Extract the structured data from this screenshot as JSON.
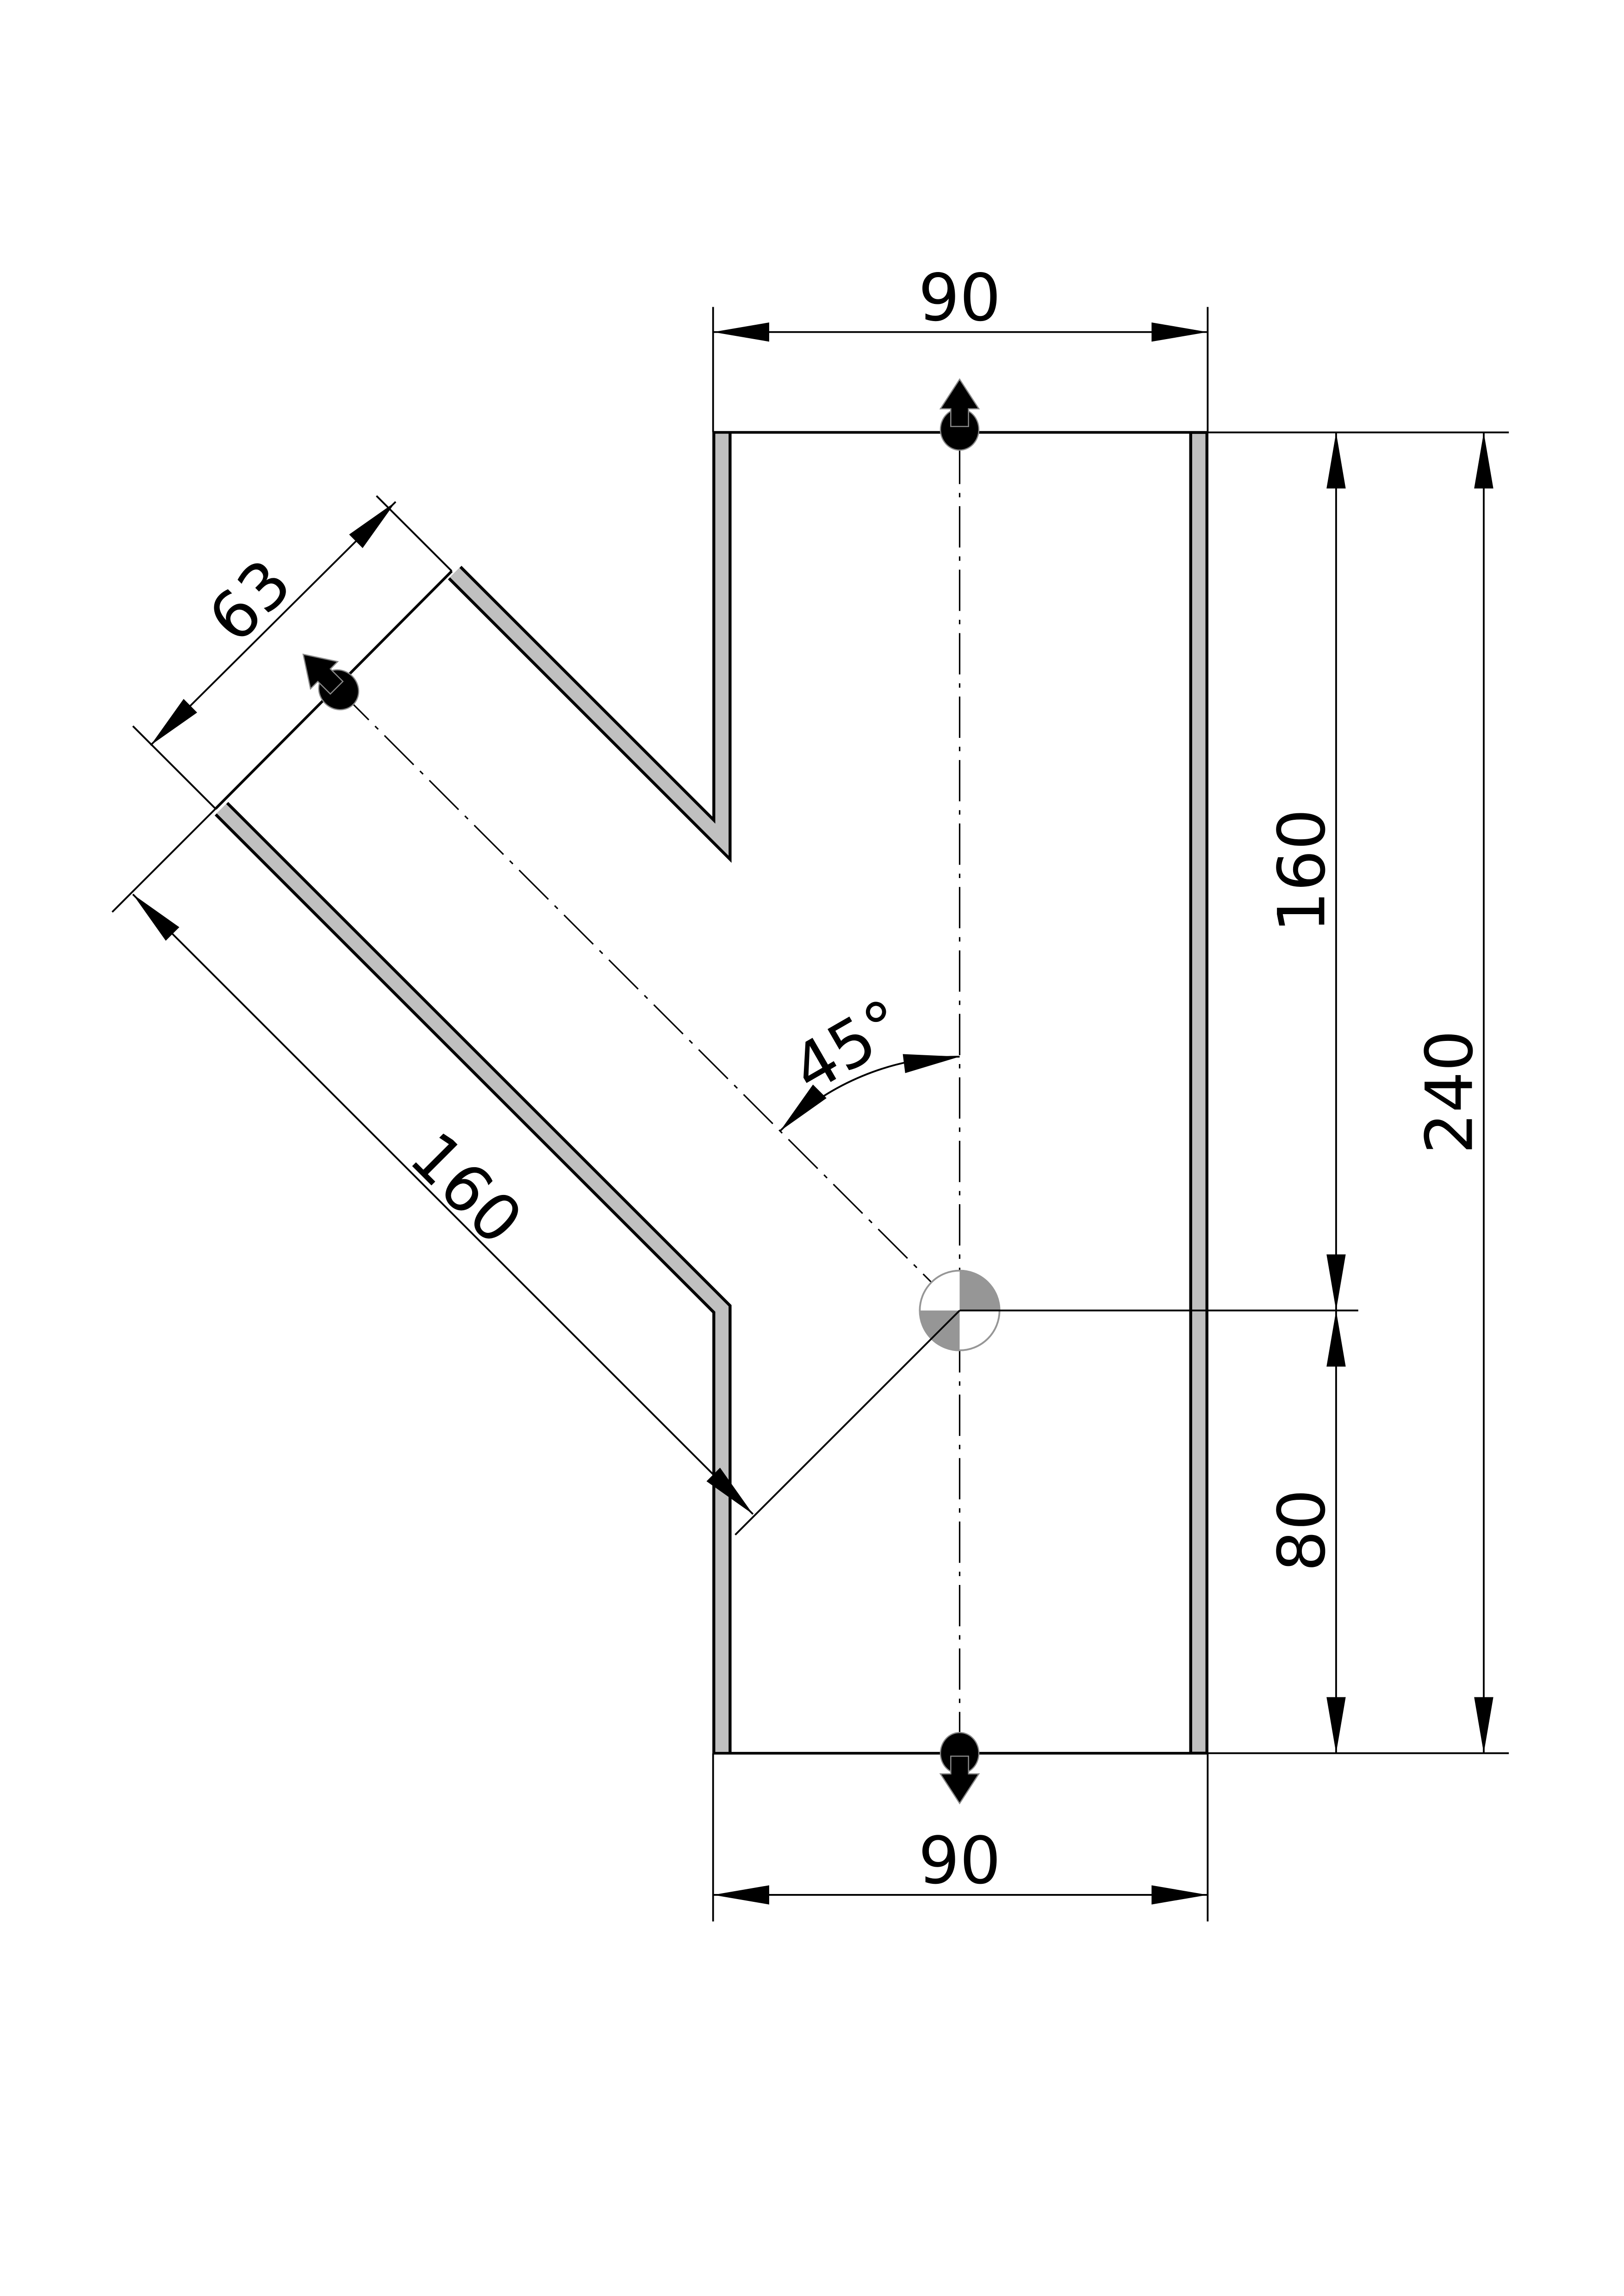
{
  "drawing": {
    "dimensions": {
      "top_width": "90",
      "bottom_width": "90",
      "main_upper_length": "160",
      "main_lower_length": "80",
      "main_total_length": "240",
      "branch_width": "63",
      "branch_length": "160",
      "branch_angle": "45°"
    },
    "colors": {
      "wall_fill": "#c0c0c0",
      "center_mark": "#969696"
    }
  }
}
